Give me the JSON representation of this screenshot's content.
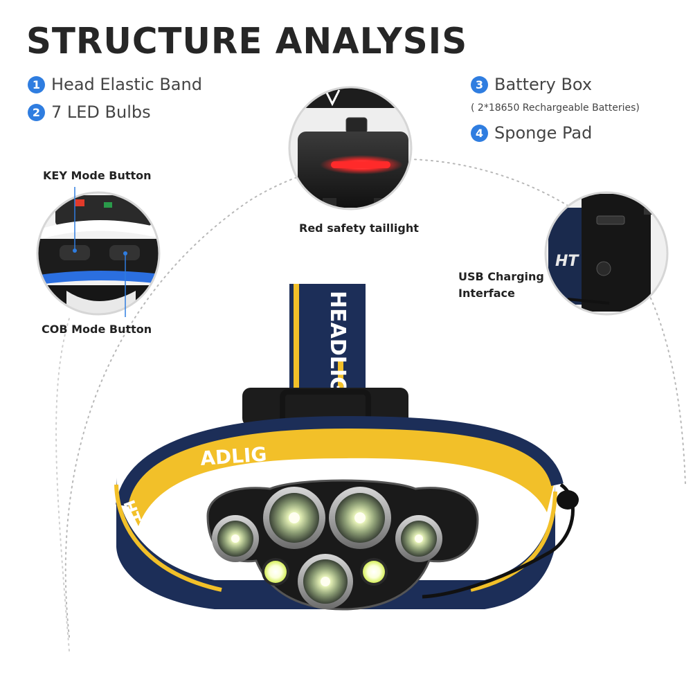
{
  "title": "STRUCTURE ANALYSIS",
  "features": [
    {
      "num": "1",
      "label": "Head Elastic Band"
    },
    {
      "num": "2",
      "label": "7 LED Bulbs"
    },
    {
      "num": "3",
      "label": "Battery Box"
    },
    {
      "num": "4",
      "label": "Sponge Pad"
    }
  ],
  "battery_note": "( 2*18650 Rechargeable Batteries)",
  "callouts": {
    "key_button": "KEY Mode Button",
    "cob_button": "COB Mode Button",
    "taillight": "Red safety taillight",
    "usb_line1": "USB Charging",
    "usb_line2": "Interface"
  },
  "product_text": {
    "strap_top": "HEADLIGHT",
    "strap_left": "ADLIG",
    "strap_side": "HT",
    "usb_closeup_text": "HT"
  },
  "colors": {
    "feature_number": "#2f7de0",
    "strap_navy": "#1c2e58",
    "strap_yellow": "#f2c029",
    "taillight_red": "#ff2a2a",
    "cob_button_blue": "#2b6fe0"
  }
}
